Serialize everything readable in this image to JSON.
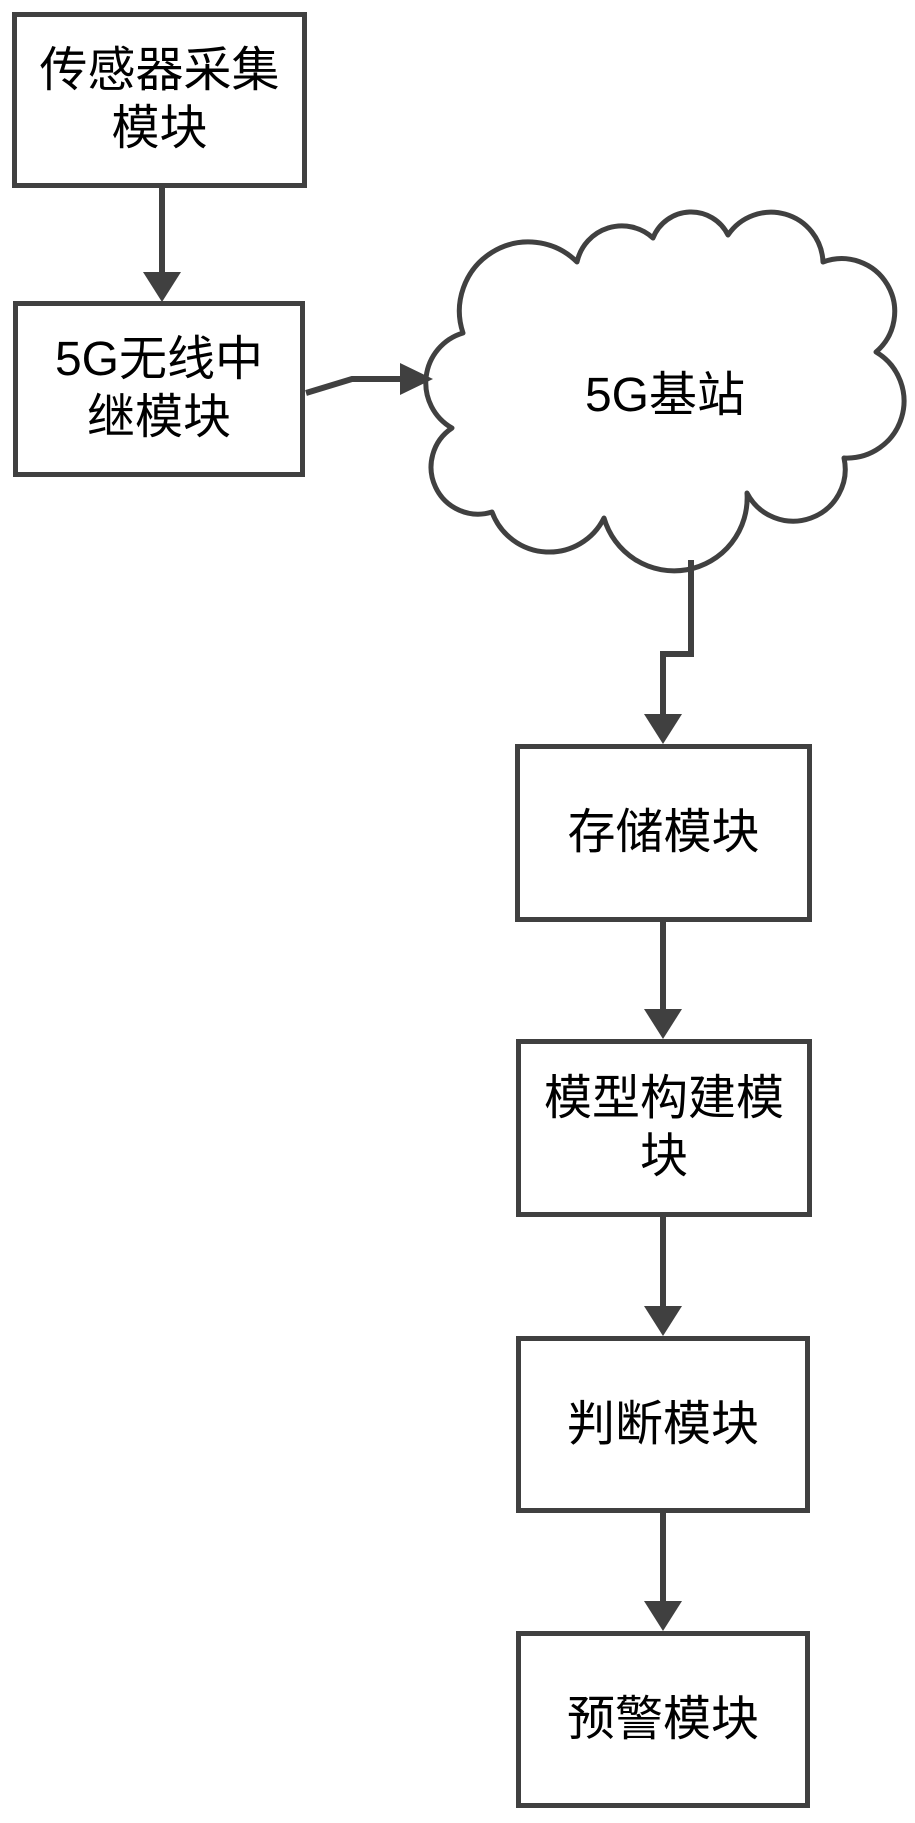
{
  "diagram": {
    "title_semantic": "5G monitoring system module flowchart",
    "colors": {
      "background": "#ffffff",
      "line": "#404040",
      "text": "#000000"
    },
    "nodes": {
      "sensor": {
        "label": "传感器采集模块"
      },
      "relay": {
        "label": "5G无线中继模块"
      },
      "base_station": {
        "label": "5G基站"
      },
      "storage": {
        "label": "存储模块"
      },
      "model": {
        "label": "模型构建模块"
      },
      "judge": {
        "label": "判断模块"
      },
      "alert": {
        "label": "预警模块"
      }
    },
    "edges": [
      {
        "from": "sensor",
        "to": "relay"
      },
      {
        "from": "relay",
        "to": "base_station"
      },
      {
        "from": "base_station",
        "to": "storage"
      },
      {
        "from": "storage",
        "to": "model"
      },
      {
        "from": "model",
        "to": "judge"
      },
      {
        "from": "judge",
        "to": "alert"
      }
    ]
  }
}
